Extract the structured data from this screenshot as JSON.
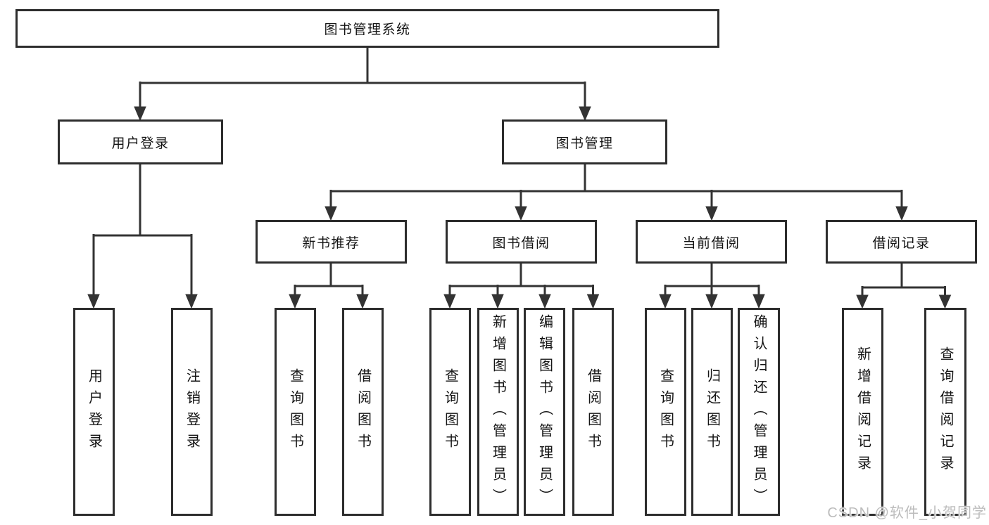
{
  "diagram": {
    "title": "图书管理系统",
    "colors": {
      "line": "#333333",
      "box_border": "#2d2d2d",
      "box_fill": "#ffffff",
      "watermark": "#bcbcbc"
    },
    "nodes": {
      "root": "图书管理系统",
      "user_login": "用户登录",
      "book_manage": "图书管理",
      "new_book_recommend": "新书推荐",
      "book_borrow": "图书借阅",
      "current_borrow": "当前借阅",
      "borrow_records": "借阅记录",
      "leaf_user_login": "用户登录",
      "leaf_logout": "注销登录",
      "leaf_query_book_recommend": "查询图书",
      "leaf_borrow_book_recommend": "借阅图书",
      "leaf_query_book_borrow": "查询图书",
      "leaf_add_book_admin": "新增图书（管理员）",
      "leaf_edit_book_admin": "编辑图书（管理员）",
      "leaf_borrow_book_borrow": "借阅图书",
      "leaf_query_book_current": "查询图书",
      "leaf_return_book": "归还图书",
      "leaf_confirm_return_admin": "确认归还（管理员）",
      "leaf_add_borrow_record": "新增借阅记录",
      "leaf_query_borrow_record": "查询借阅记录"
    },
    "watermark": "CSDN @软件_小贺同学"
  }
}
